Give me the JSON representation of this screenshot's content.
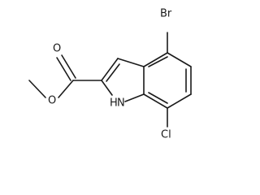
{
  "molecule": {
    "atom_labels": {
      "br": "Br",
      "cl": "Cl",
      "o_carbonyl": "O",
      "o_ester": "O",
      "nh": "H",
      "n": "N"
    }
  }
}
